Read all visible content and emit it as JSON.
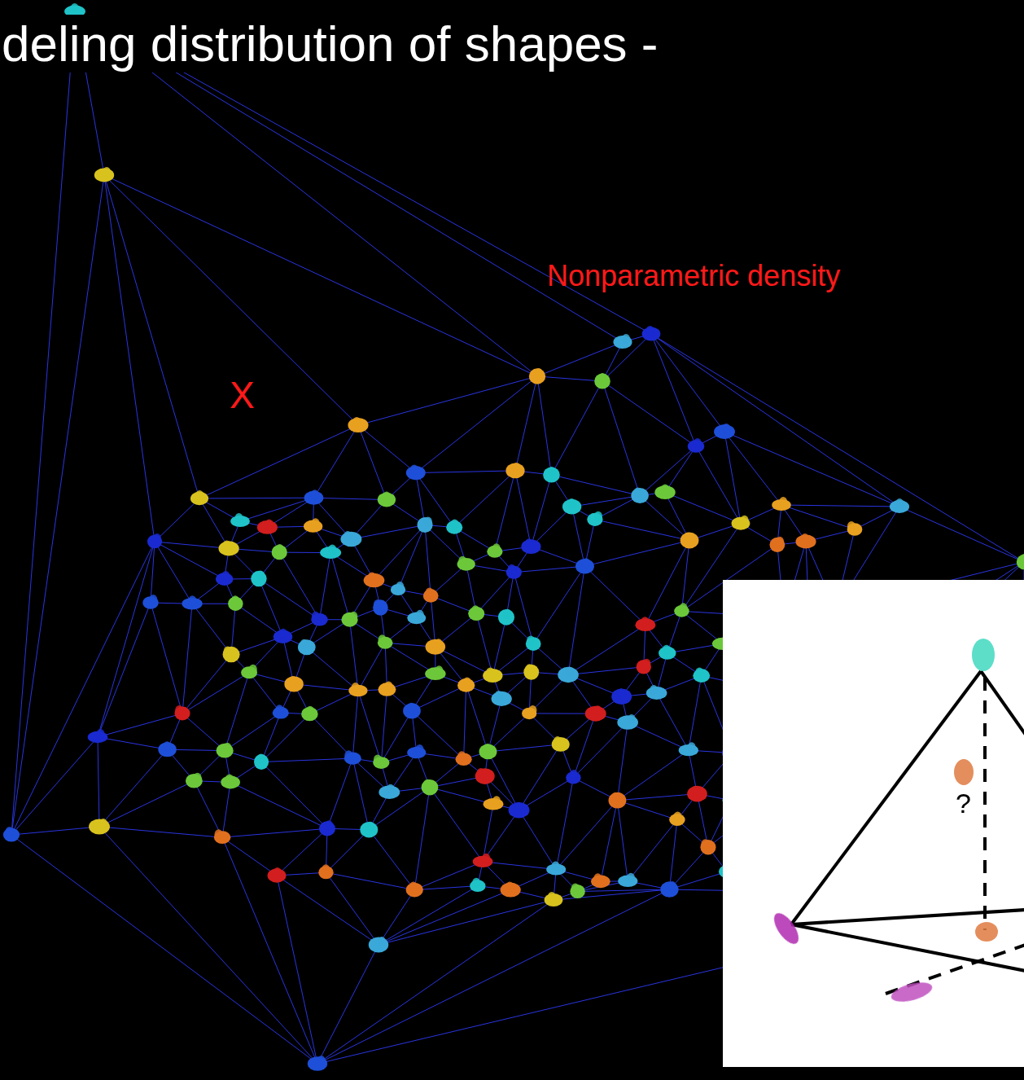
{
  "diagram": {
    "title": "deling distribution of shapes -",
    "nodes": [
      {
        "text": [
          "?"
        ]
      }
    ],
    "labels": [
      "Nonparametric density",
      "X"
    ]
  }
}
